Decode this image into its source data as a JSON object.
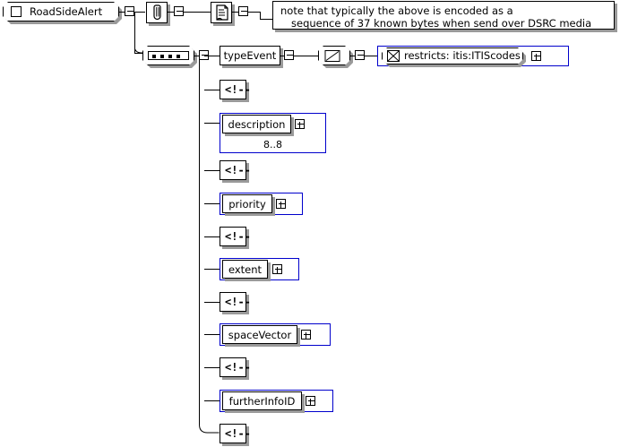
{
  "diagram": {
    "type": "xml-schema-element-diagram",
    "root": {
      "name": "RoadSideAlert",
      "icon": "element-icon",
      "expanded": true
    },
    "annotation": {
      "annotation_icon": "annotation-icon",
      "documentation_icon": "documentation-icon",
      "note_line1": "note that typically the above is encoded as a",
      "note_line2": "sequence of 37 known bytes when send over DSRC media"
    },
    "compositor": {
      "kind": "sequence",
      "icon": "sequence-icon"
    },
    "children": [
      {
        "kind": "element",
        "name": "typeEvent",
        "border": "black",
        "expand": true,
        "facet": ""
      },
      {
        "kind": "comment",
        "name": "comment",
        "label": "<!--"
      },
      {
        "kind": "element",
        "name": "description",
        "border": "blue",
        "expand": true,
        "facet": "8..8"
      },
      {
        "kind": "comment",
        "name": "comment",
        "label": "<!--"
      },
      {
        "kind": "element",
        "name": "priority",
        "border": "blue",
        "expand": true,
        "facet": ""
      },
      {
        "kind": "comment",
        "name": "comment",
        "label": "<!--"
      },
      {
        "kind": "element",
        "name": "extent",
        "border": "blue",
        "expand": true,
        "facet": ""
      },
      {
        "kind": "comment",
        "name": "comment",
        "label": "<!--"
      },
      {
        "kind": "element",
        "name": "spaceVector",
        "border": "blue",
        "expand": true,
        "facet": ""
      },
      {
        "kind": "comment",
        "name": "comment",
        "label": "<!--"
      },
      {
        "kind": "element",
        "name": "furtherInfoID",
        "border": "blue",
        "expand": true,
        "facet": ""
      },
      {
        "kind": "comment",
        "name": "comment",
        "label": "<!--"
      }
    ],
    "type_restriction": {
      "simple_type_icon": "simple-type-icon",
      "restricts_icon": "restriction-icon",
      "restricts_label": "restricts: itis:ITIScodes",
      "expand": true
    },
    "colors": {
      "line": "#000000",
      "blue_border": "#0000cc",
      "shadow": "#9a9a9a",
      "background": "#ffffff"
    }
  }
}
